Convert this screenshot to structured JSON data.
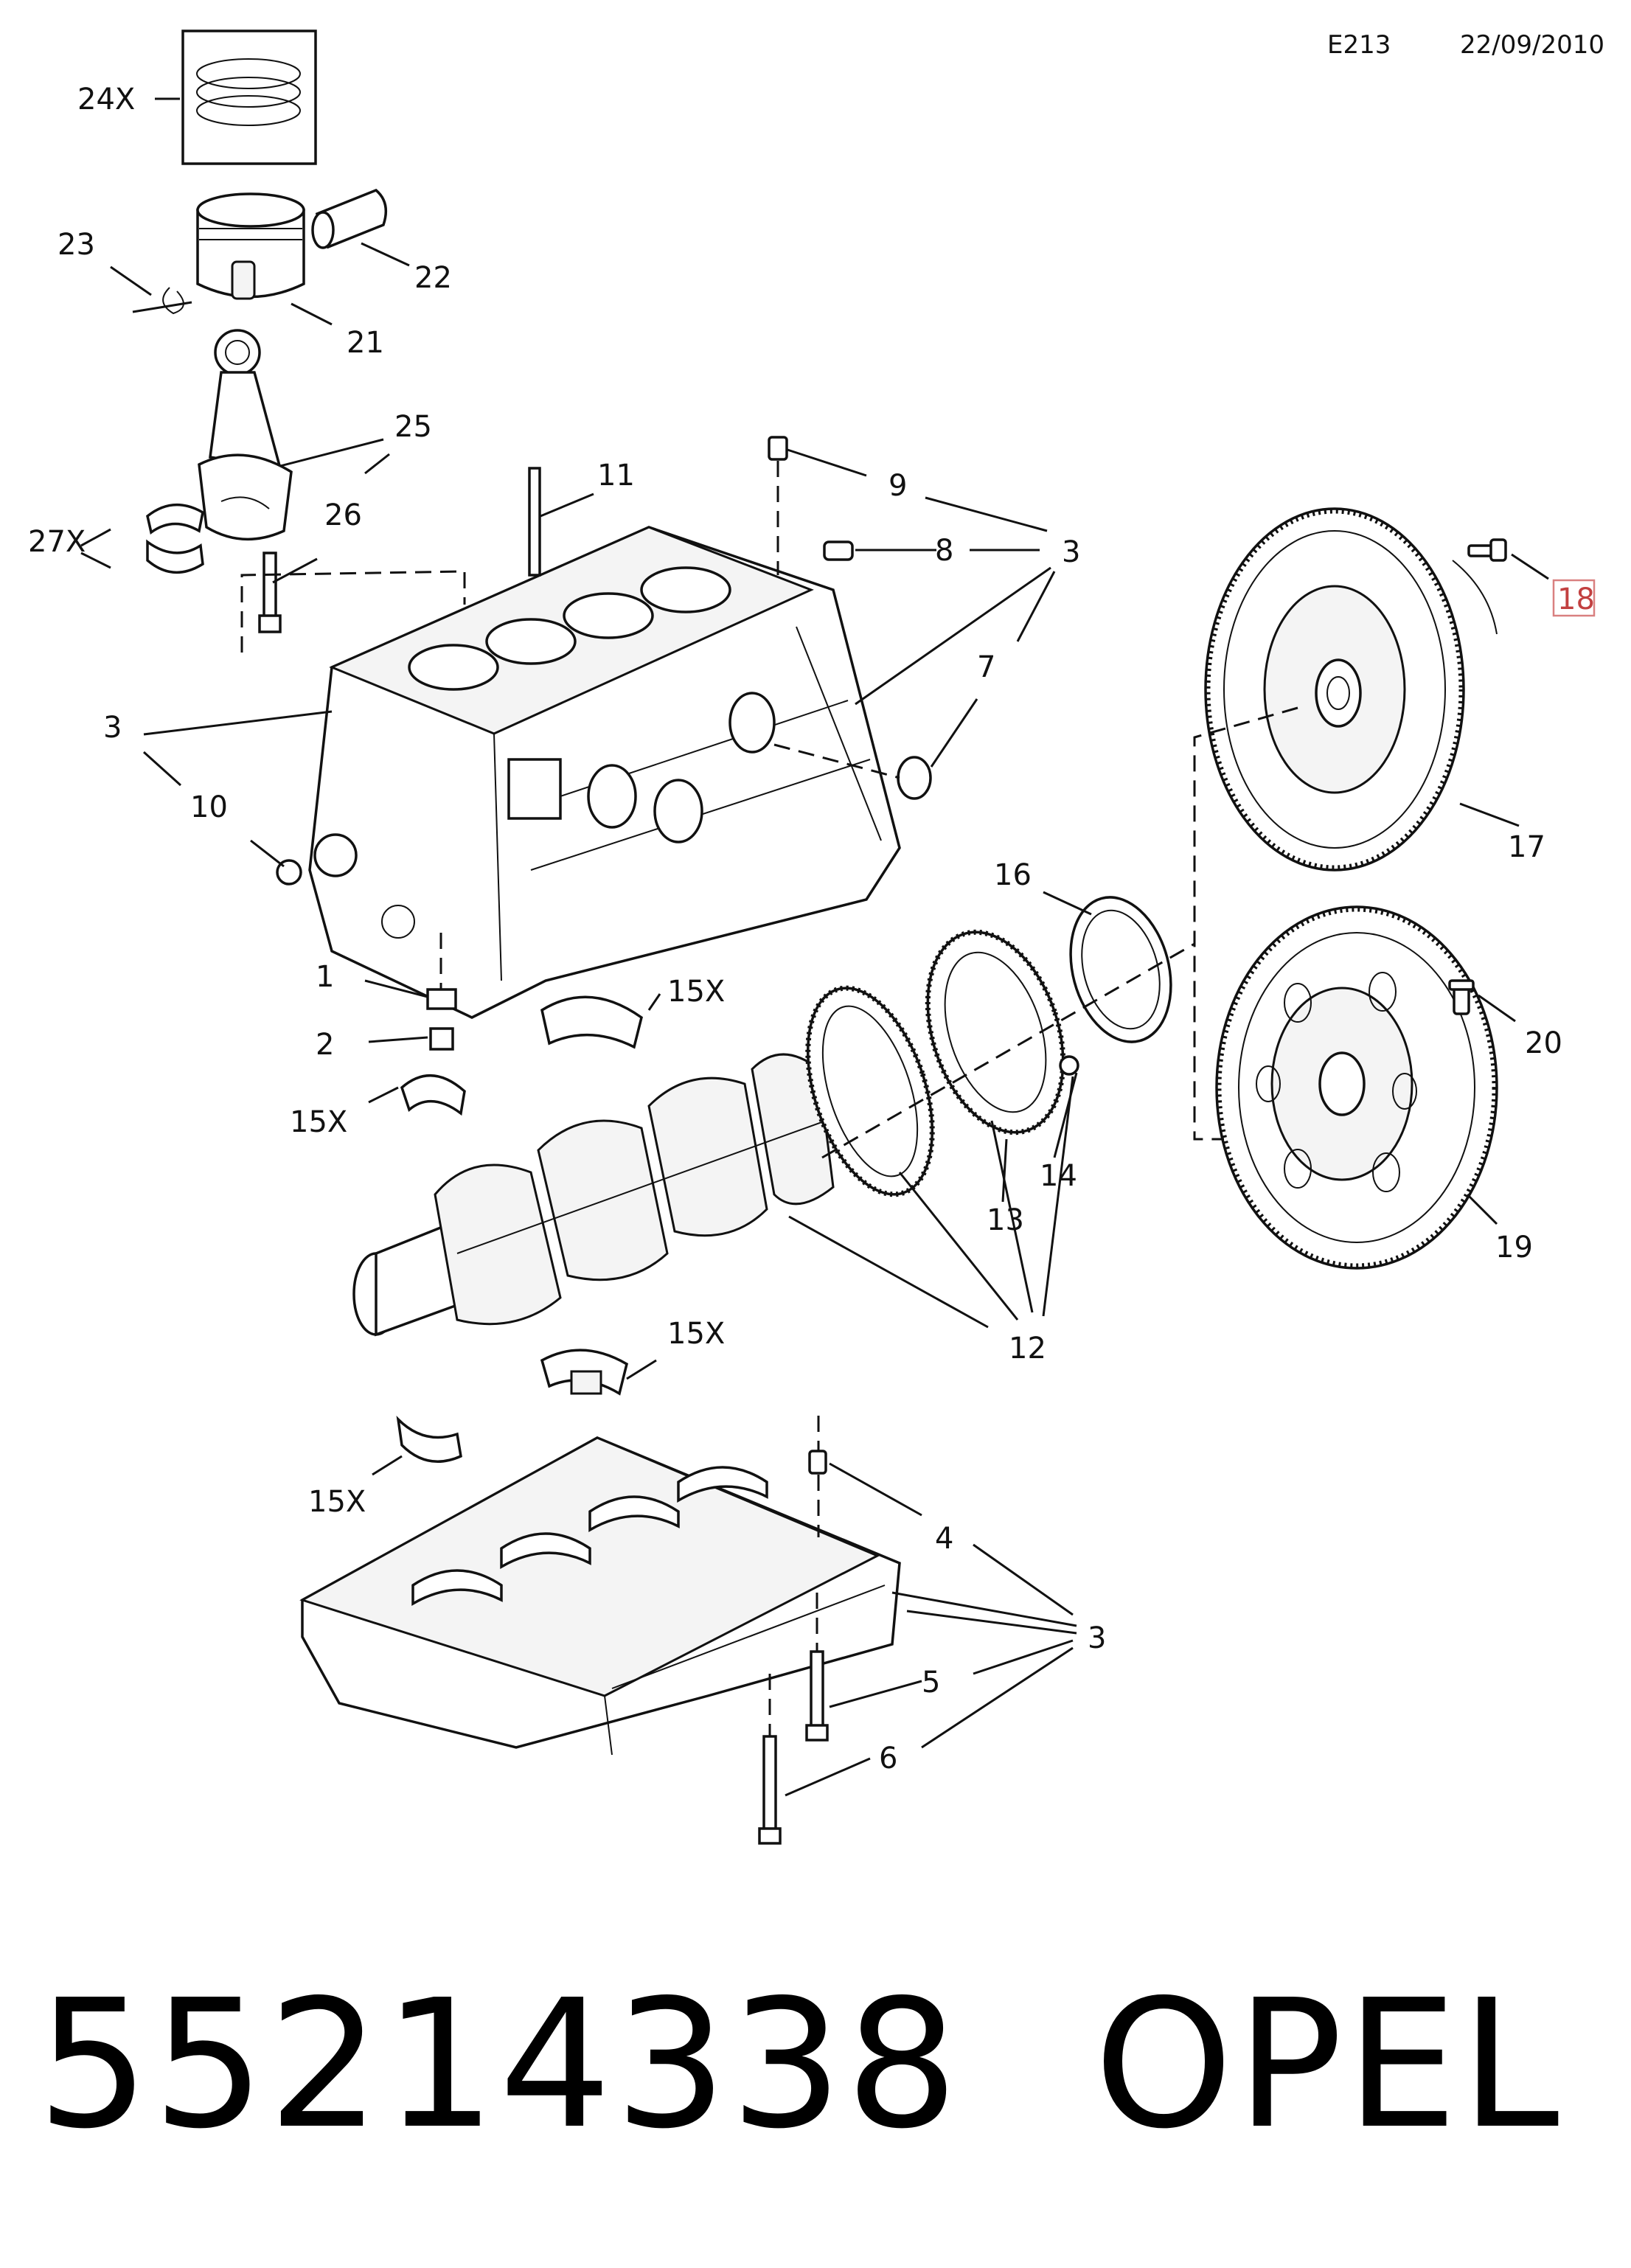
{
  "header": {
    "code": "E213",
    "date": "22/09/2010"
  },
  "callouts": {
    "c24x": "24X",
    "c23": "23",
    "c22": "22",
    "c21": "21",
    "c25": "25",
    "c26": "26",
    "c27x": "27X",
    "c11": "11",
    "c9": "9",
    "c8": "8",
    "c3a": "3",
    "c7": "7",
    "c3b": "3",
    "c10": "10",
    "c1": "1",
    "c2": "2",
    "c15xa": "15X",
    "c15xb": "15X",
    "c16": "16",
    "c18": "18",
    "c17": "17",
    "c20": "20",
    "c19": "19",
    "c14": "14",
    "c13": "13",
    "c12": "12",
    "c15xc": "15X",
    "c15xd": "15X",
    "c4": "4",
    "c3c": "3",
    "c5": "5",
    "c6": "6"
  },
  "footer": {
    "part_number": "55214338",
    "brand": "OPEL"
  }
}
